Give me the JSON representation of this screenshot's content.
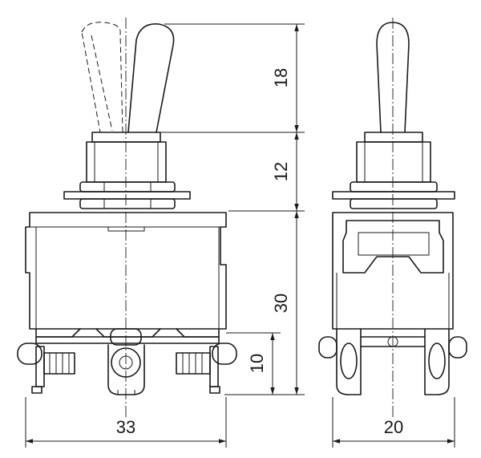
{
  "dimensions": {
    "lever_height": "18",
    "bushing_height": "12",
    "body_height": "30",
    "terminal_height": "10",
    "body_width": "33",
    "side_width": "20"
  },
  "colors": {
    "line": "#1a1a1a",
    "background": "#ffffff"
  }
}
